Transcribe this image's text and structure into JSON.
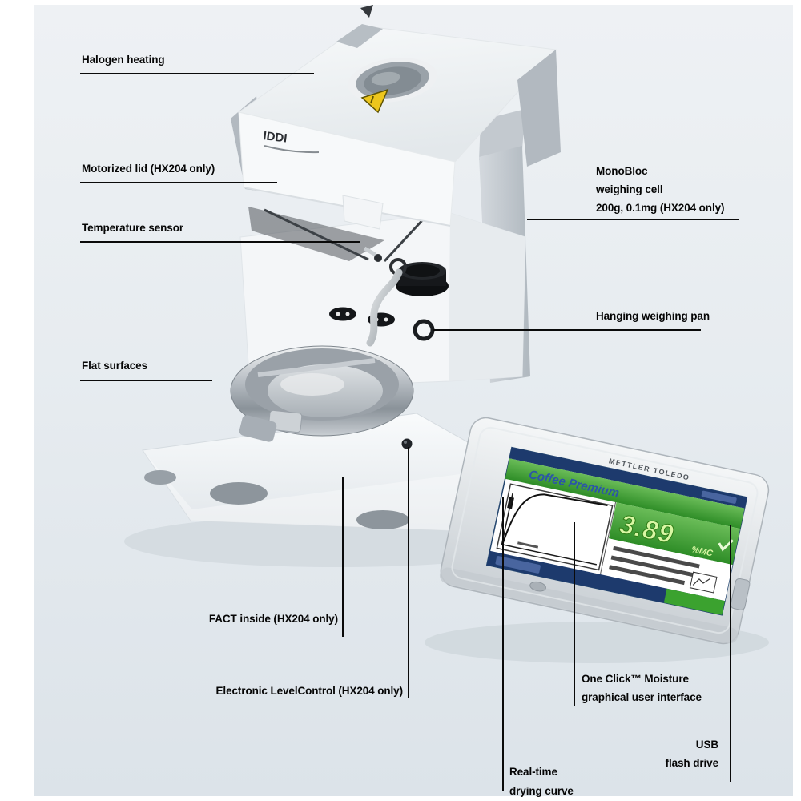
{
  "figure": {
    "subject": "halogen moisture analyzer with separate touchscreen terminal, annotated product diagram"
  },
  "callouts": {
    "halogen_heating": {
      "lines": [
        "Halogen heating"
      ]
    },
    "motorized_lid": {
      "lines": [
        "Motorized lid (HX204 only)"
      ]
    },
    "temperature_sensor": {
      "lines": [
        "Temperature sensor"
      ]
    },
    "flat_surfaces": {
      "lines": [
        "Flat surfaces"
      ]
    },
    "monobloc": {
      "lines": [
        "MonoBloc",
        "weighing cell",
        "200g, 0.1mg (HX204 only)"
      ]
    },
    "hanging_pan": {
      "lines": [
        "Hanging weighing pan"
      ]
    },
    "fact_inside": {
      "lines": [
        "FACT inside (HX204 only)"
      ]
    },
    "level_control": {
      "lines": [
        "Electronic LevelControl (HX204 only)"
      ]
    },
    "one_click": {
      "lines": [
        "One Click™ Moisture",
        "graphical user interface"
      ]
    },
    "real_time": {
      "lines": [
        "Real-time",
        "drying curve"
      ]
    },
    "usb": {
      "lines": [
        "USB",
        "flash drive"
      ]
    }
  },
  "terminal_screen": {
    "brand_on_bezel": "METTLER TOLEDO",
    "method_name": "Coffee Premium",
    "reading_value": "3.89",
    "reading_unit": "%MC",
    "curve_description": "real-time drying curve rising steeply then flattening"
  },
  "device_markings": {
    "lid_logo_fragment": "IDDI",
    "warning_icon": "hot-surface-warning-triangle"
  },
  "colors": {
    "background": "#e9edf1",
    "label_black": "#0a0a0a",
    "screen_navy": "#1d3a6d",
    "screen_green": "#3fa033",
    "digit_green": "#d9f7a4",
    "warning_yellow": "#edc61d",
    "metal_gray": "#aab2b9"
  }
}
